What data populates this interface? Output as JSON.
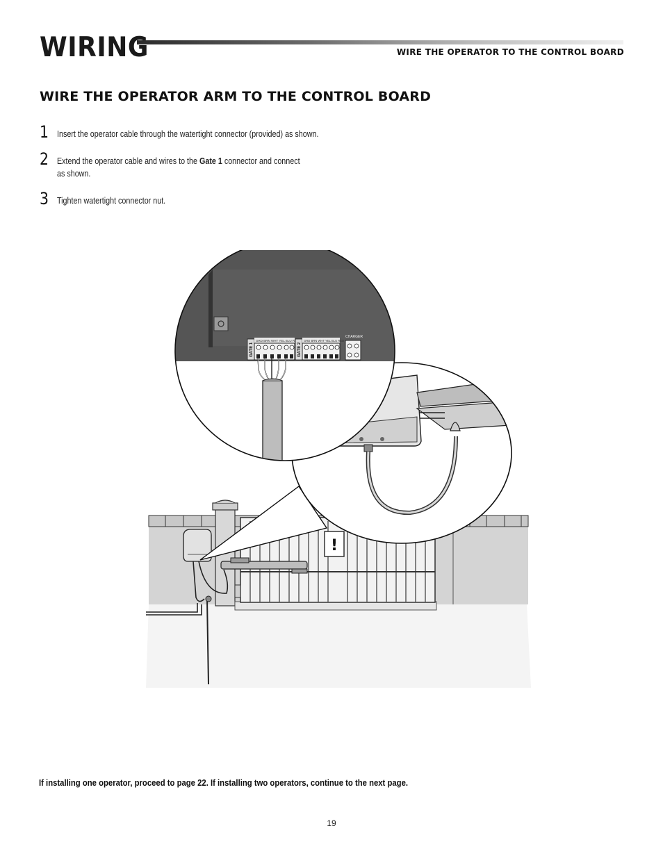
{
  "header": {
    "section_title": "WIRING",
    "running_head": "WIRE THE OPERATOR TO THE CONTROL BOARD"
  },
  "subheading": "WIRE THE OPERATOR ARM TO THE CONTROL BOARD",
  "steps": [
    {
      "number": "1",
      "text": "Insert the operator cable through the watertight connector (provided) as shown."
    },
    {
      "number": "2",
      "text_before": "Extend the operator cable and wires to the ",
      "text_bold": "Gate 1",
      "text_after": " connector and connect",
      "text_line2": "as shown."
    },
    {
      "number": "3",
      "text": "Tighten watertight connector nut."
    }
  ],
  "illustration": {
    "board_labels": {
      "gate1": "GATE 1",
      "gate2": "GATE 2",
      "gate1_terminals": "GRD BRN WHT YEL BLU RED",
      "gate2_terminals": "GRD BRN WHT YEL BLU RED",
      "charger": "CHARGER"
    },
    "warning_sign": "!"
  },
  "footnote": "If installing one operator, proceed to page 22. If installing two operators, continue to the next page.",
  "page_number": "19"
}
